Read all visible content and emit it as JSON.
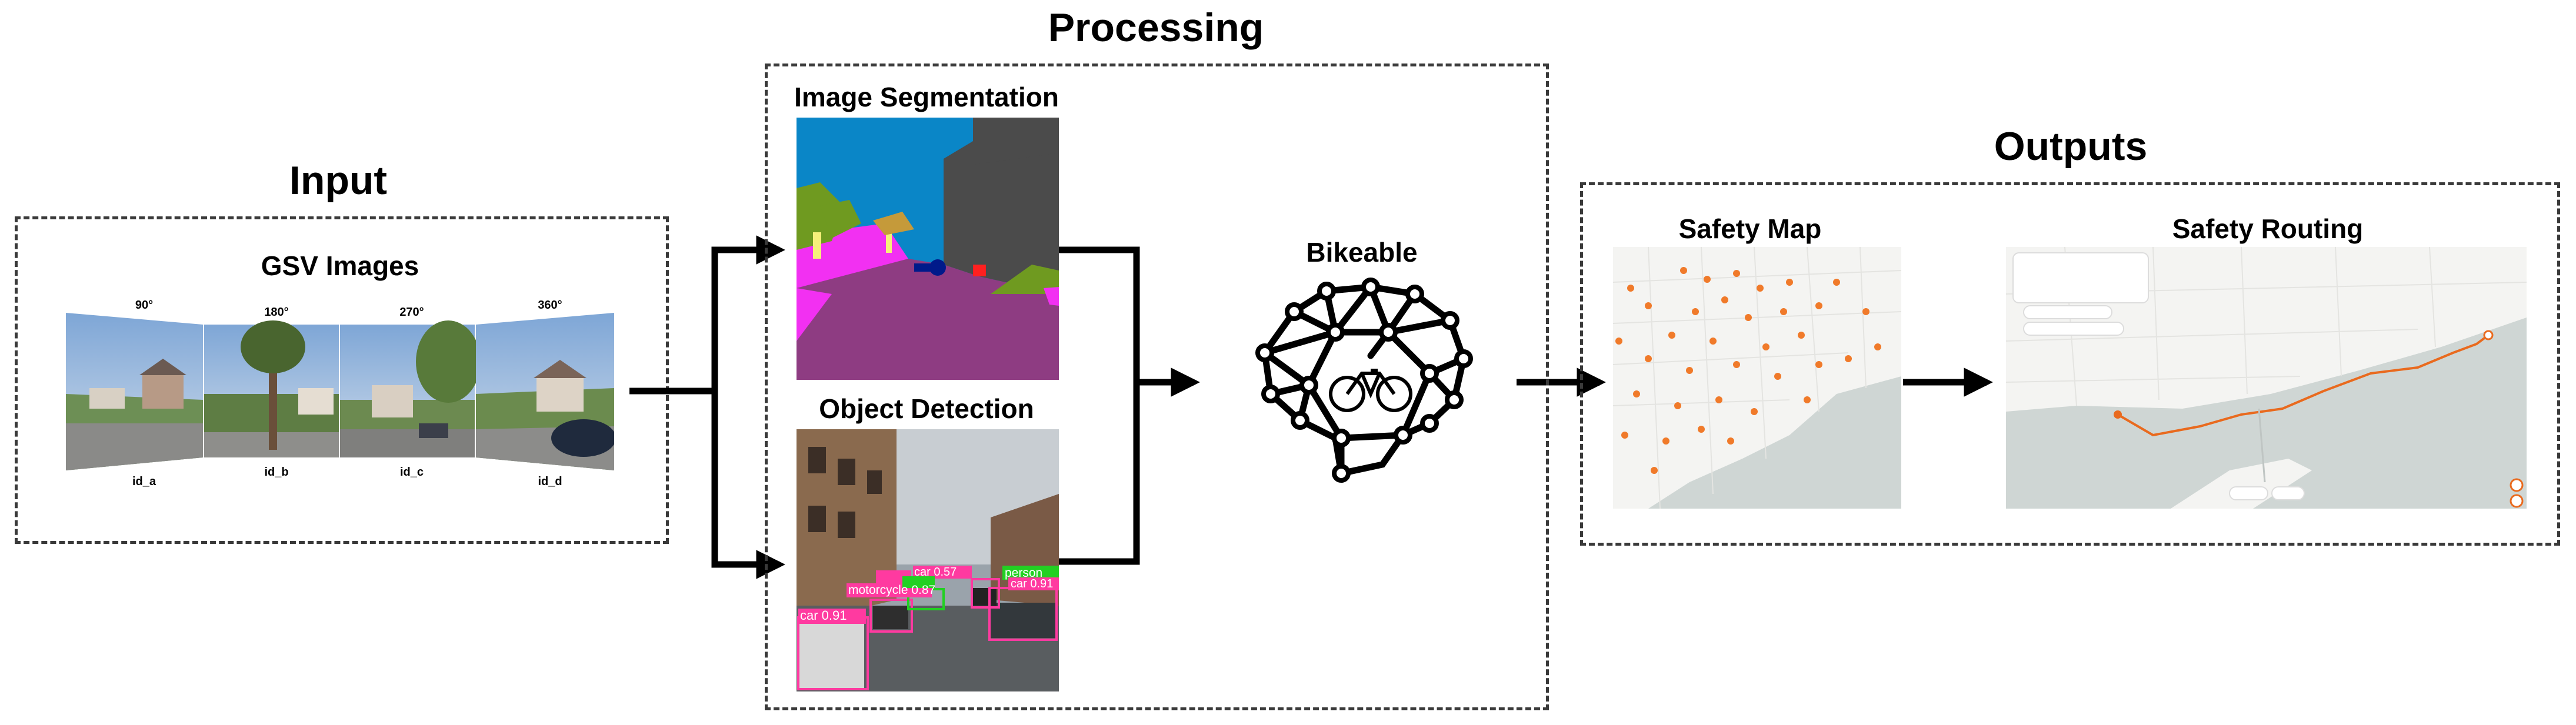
{
  "sections": {
    "input": {
      "title": "Input",
      "subtitle": "GSV Images",
      "angles": [
        "90°",
        "180°",
        "270°",
        "360°"
      ],
      "ids": [
        "id_a",
        "id_b",
        "id_c",
        "id_d"
      ]
    },
    "processing": {
      "title": "Processing",
      "segmentation_title": "Image Segmentation",
      "detection_title": "Object Detection",
      "model_title": "Bikeable",
      "detection_labels": [
        "car 0.91",
        "motorcycle 0.87",
        "car 0.57",
        "person",
        "car 0.91"
      ]
    },
    "outputs": {
      "title": "Outputs",
      "safety_map_title": "Safety Map",
      "safety_routing_title": "Safety Routing"
    }
  },
  "colors": {
    "border": "#3a3a3a",
    "arrow": "#000000",
    "seg_sky": "#0a86c7",
    "seg_building": "#4b4b4b",
    "seg_vegetation": "#6f9a20",
    "seg_road": "#8e3c82",
    "seg_sidewalk": "#f230f2",
    "map_water": "#cfd6d4",
    "map_land": "#f4f4f2",
    "map_dots": "#f07a2a",
    "route_line": "#e96a1e"
  }
}
